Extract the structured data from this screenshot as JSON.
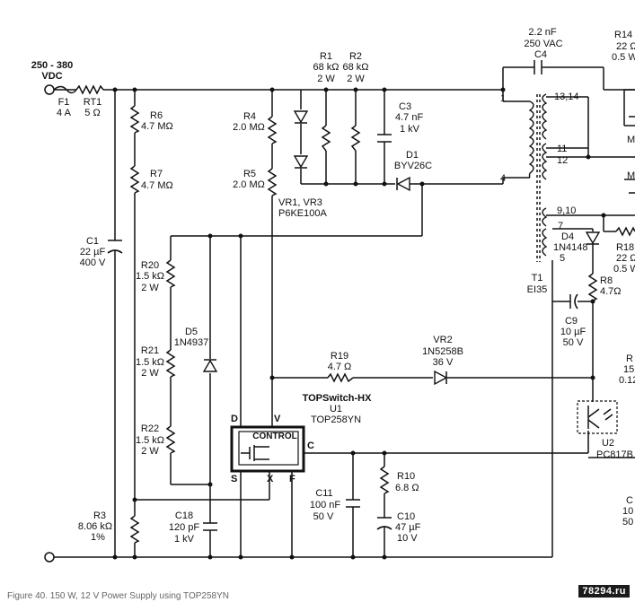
{
  "input": {
    "voltage": "250 - 380",
    "unit": "VDC"
  },
  "components": {
    "F1": {
      "ref": "F1",
      "value": "4 A"
    },
    "RT1": {
      "ref": "RT1",
      "value": "5 Ω"
    },
    "C1": {
      "ref": "C1",
      "value1": "22 µF",
      "value2": "400 V"
    },
    "R6": {
      "ref": "R6",
      "value": "4.7 MΩ"
    },
    "R7": {
      "ref": "R7",
      "value": "4.7 MΩ"
    },
    "R4": {
      "ref": "R4",
      "value": "2.0 MΩ"
    },
    "R5": {
      "ref": "R5",
      "value": "2.0 MΩ"
    },
    "R1": {
      "ref": "R1",
      "value1": "68 kΩ",
      "value2": "2 W"
    },
    "R2": {
      "ref": "R2",
      "value1": "68 kΩ",
      "value2": "2 W"
    },
    "C3": {
      "ref": "C3",
      "value1": "4.7 nF",
      "value2": "1 kV"
    },
    "D1": {
      "ref": "D1",
      "value": "BYV26C"
    },
    "VR1": {
      "ref": "VR1, VR3",
      "value": "P6KE100A"
    },
    "C4": {
      "value1": "2.2 nF",
      "value2": "250 VAC",
      "ref": "C4"
    },
    "R14": {
      "ref": "R14",
      "value1": "22 Ω",
      "value2": "0.5 W"
    },
    "R18": {
      "ref": "R18",
      "value1": "22 Ω",
      "value2": "0.5 W"
    },
    "D4": {
      "ref": "D4",
      "value": "1N4148"
    },
    "T1": {
      "ref": "T1",
      "value": "EI35"
    },
    "R8": {
      "ref": "R8",
      "value": "4.7Ω"
    },
    "C9": {
      "ref": "C9",
      "value1": "10 µF",
      "value2": "50 V"
    },
    "R20": {
      "ref": "R20",
      "value1": "1.5 kΩ",
      "value2": "2 W"
    },
    "R21": {
      "ref": "R21",
      "value1": "1.5 kΩ",
      "value2": "2 W"
    },
    "R22": {
      "ref": "R22",
      "value1": "1.5 kΩ",
      "value2": "2 W"
    },
    "D5": {
      "ref": "D5",
      "value": "1N4937"
    },
    "R19": {
      "ref": "R19",
      "value": "4.7 Ω"
    },
    "VR2": {
      "ref": "VR2",
      "value1": "1N5258B",
      "value2": "36 V"
    },
    "U1": {
      "name": "TOPSwitch-HX",
      "ref": "U1",
      "value": "TOP258YN",
      "block": "CONTROL"
    },
    "U2": {
      "ref": "U2",
      "value": "PC817B"
    },
    "R3": {
      "ref": "R3",
      "value1": "8.06 kΩ",
      "value2": "1%"
    },
    "C18": {
      "ref": "C18",
      "value1": "120 pF",
      "value2": "1 kV"
    },
    "C11": {
      "ref": "C11",
      "value1": "100 nF",
      "value2": "50 V"
    },
    "R10": {
      "ref": "R10",
      "value": "6.8 Ω"
    },
    "C10": {
      "ref": "C10",
      "value1": "47 µF",
      "value2": "10 V"
    }
  },
  "transformer_pins": {
    "p1": "1",
    "p4": "4",
    "p1314": "13,14",
    "p11": "11",
    "p12": "12",
    "p910": "9,10",
    "p7": "7",
    "p5": "5"
  },
  "ic_pins": {
    "D": "D",
    "V": "V",
    "C": "C",
    "S": "S",
    "X": "X",
    "F": "F"
  },
  "edge_fragments": {
    "r_top": "R",
    "m1": "M",
    "m2": "M",
    "r_mid": "R",
    "v15": "15",
    "v012": "0.12",
    "c_low": "C",
    "v10": "10",
    "v50": "50"
  },
  "caption": "Figure 40.  150 W, 12 V Power Supply using TOP258YN",
  "watermark": "78294.ru"
}
